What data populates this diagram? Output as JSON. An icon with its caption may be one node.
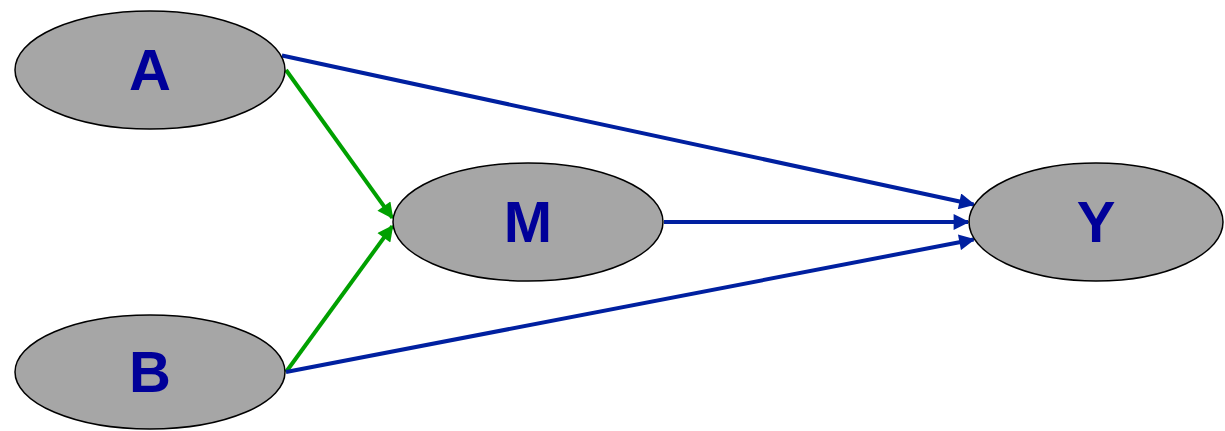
{
  "diagram": {
    "nodes": [
      {
        "text": [
          "A"
        ]
      },
      {
        "text": [
          "B"
        ]
      },
      {
        "text": [
          "M"
        ]
      },
      {
        "text": [
          "Y"
        ]
      }
    ],
    "edges": [
      {
        "from": 0,
        "to": 2,
        "arrow": "to",
        "color": "#00a000"
      },
      {
        "from": 1,
        "to": 2,
        "arrow": "to",
        "color": "#00a000"
      },
      {
        "from": 0,
        "to": 3,
        "arrow": "to"
      },
      {
        "from": 2,
        "to": 3,
        "arrow": "to"
      },
      {
        "from": 1,
        "to": 3,
        "arrow": "to"
      }
    ]
  }
}
